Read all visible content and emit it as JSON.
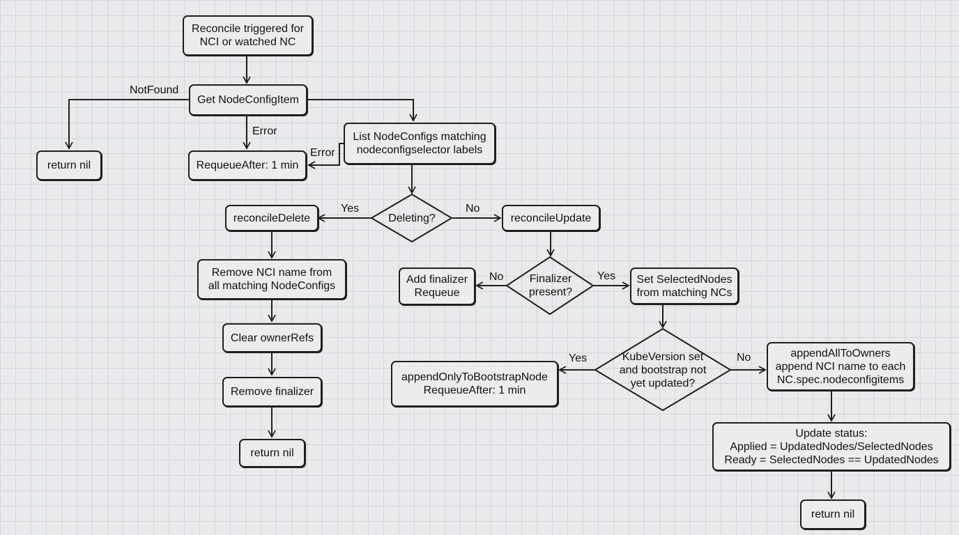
{
  "nodes": {
    "trigger": {
      "lines": [
        "Reconcile triggered for",
        "NCI or watched NC"
      ]
    },
    "get_nci": {
      "lines": [
        "Get NodeConfigItem"
      ]
    },
    "return_nil_left": {
      "lines": [
        "return nil"
      ]
    },
    "requeue_1min": {
      "lines": [
        "RequeueAfter: 1 min"
      ]
    },
    "list_ncs": {
      "lines": [
        "List NodeConfigs matching",
        "nodeconfigselector labels"
      ]
    },
    "deleting": {
      "lines": [
        "Deleting?"
      ]
    },
    "reconcile_delete": {
      "lines": [
        "reconcileDelete"
      ]
    },
    "reconcile_update": {
      "lines": [
        "reconcileUpdate"
      ]
    },
    "remove_nci_name": {
      "lines": [
        "Remove NCI name from",
        "all matching NodeConfigs"
      ]
    },
    "clear_owner_refs": {
      "lines": [
        "Clear ownerRefs"
      ]
    },
    "remove_finalizer": {
      "lines": [
        "Remove finalizer"
      ]
    },
    "return_nil_mid": {
      "lines": [
        "return nil"
      ]
    },
    "finalizer_present": {
      "lines": [
        "Finalizer",
        "present?"
      ]
    },
    "add_finalizer": {
      "lines": [
        "Add finalizer",
        "Requeue"
      ]
    },
    "set_selected_nodes": {
      "lines": [
        "Set SelectedNodes",
        "from matching NCs"
      ]
    },
    "kube_version": {
      "lines": [
        "KubeVersion set",
        "and bootstrap not",
        "yet updated?"
      ]
    },
    "append_only_bootstrap": {
      "lines": [
        "appendOnlyToBootstrapNode",
        "RequeueAfter: 1 min"
      ]
    },
    "append_all_owners": {
      "lines": [
        "appendAllToOwners",
        "append NCI name to each",
        "NC.spec.nodeconfigitems"
      ]
    },
    "update_status": {
      "lines": [
        "Update status:",
        "Applied = UpdatedNodes/SelectedNodes",
        "Ready = SelectedNodes == UpdatedNodes"
      ]
    },
    "return_nil_right": {
      "lines": [
        "return nil"
      ]
    }
  },
  "edge_labels": {
    "notfound": "NotFound",
    "error_get": "Error",
    "error_list": "Error",
    "yes_deleting": "Yes",
    "no_deleting": "No",
    "no_finalizer": "No",
    "yes_finalizer": "Yes",
    "yes_kube": "Yes",
    "no_kube": "No"
  },
  "colors": {
    "background": "#e9eaeb",
    "grid": "#d3d6da",
    "stroke": "#1e1e1e",
    "box_fill": "#ececed"
  }
}
